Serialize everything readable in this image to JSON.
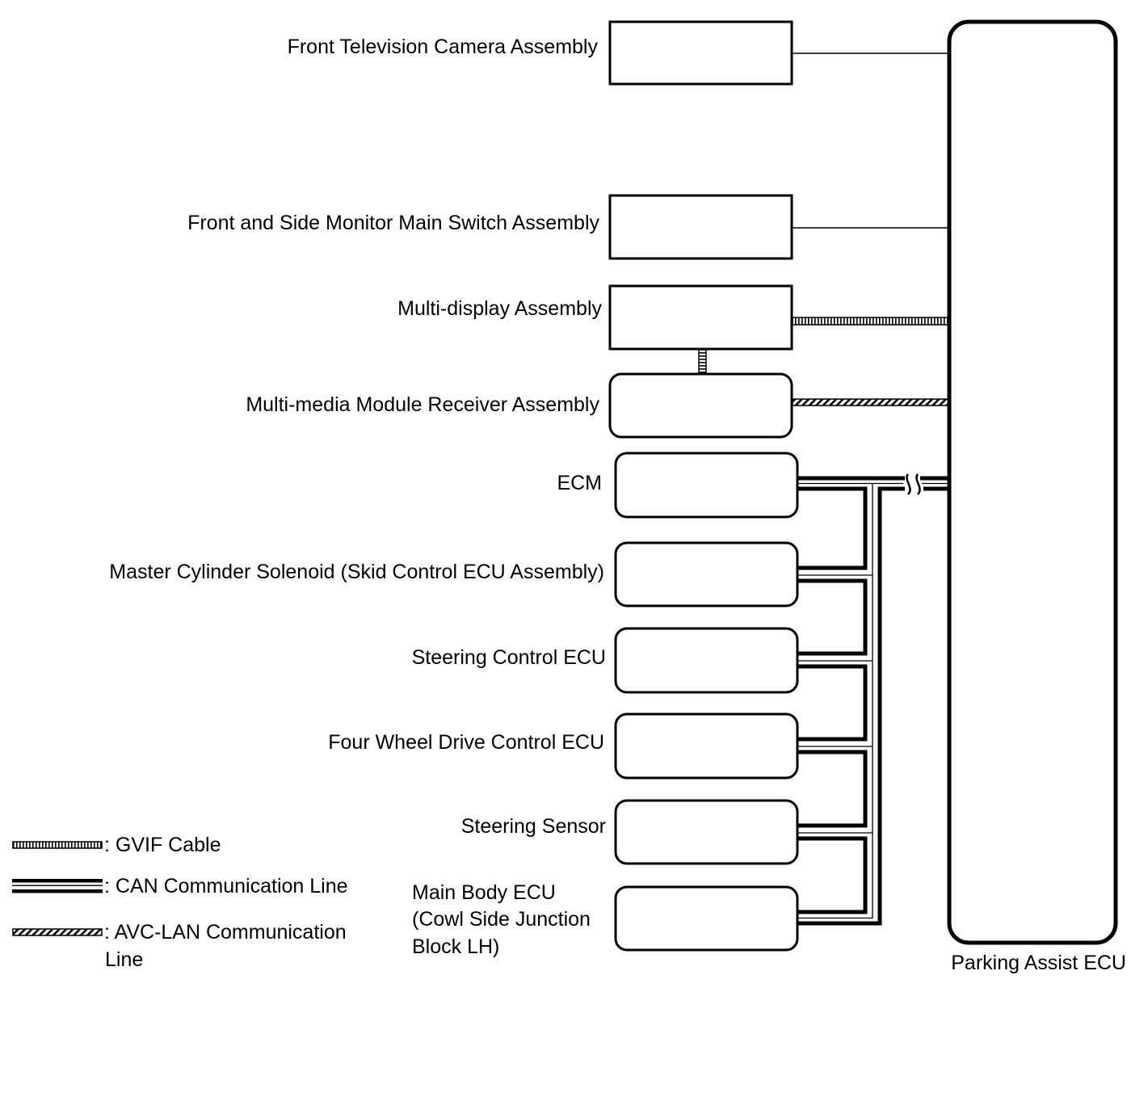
{
  "components": {
    "front_camera": "Front Television Camera Assembly",
    "monitor_switch": "Front and Side Monitor Main Switch Assembly",
    "multi_display": "Multi-display Assembly",
    "multimedia_receiver": "Multi-media Module Receiver Assembly",
    "ecm": "ECM",
    "master_cylinder": "Master Cylinder Solenoid (Skid Control ECU Assembly)",
    "steering_control": "Steering Control ECU",
    "four_wheel_drive": "Four Wheel Drive Control ECU",
    "steering_sensor": "Steering Sensor",
    "main_body_ecu": {
      "line1": "Main Body ECU",
      "line2": "(Cowl Side Junction",
      "line3": "Block LH)"
    },
    "parking_assist": "Parking Assist ECU"
  },
  "legend": {
    "gvif": ": GVIF Cable",
    "can": ": CAN Communication Line",
    "avc_line1": ": AVC-LAN Communication",
    "avc_line2": "Line"
  }
}
